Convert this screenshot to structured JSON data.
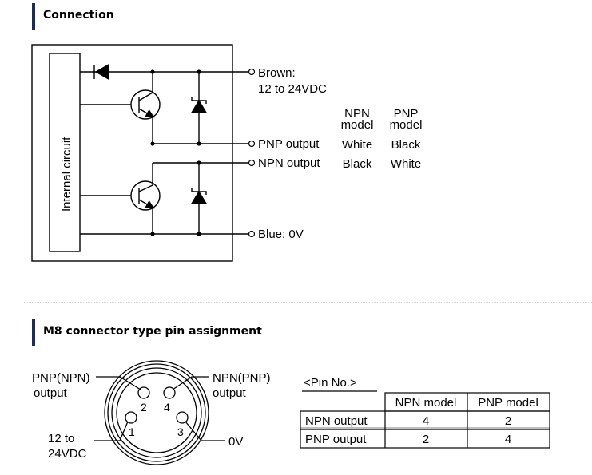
{
  "connection": {
    "header": "Connection",
    "internal_circuit": "Internal circuit",
    "brown": "Brown:",
    "brown_voltage": "12 to 24VDC",
    "pnp_output": "PNP output",
    "npn_output": "NPN output",
    "blue": "Blue: 0V",
    "model_table": {
      "npn_header_line1": "NPN",
      "npn_header_line2": "model",
      "pnp_header_line1": "PNP",
      "pnp_header_line2": "model",
      "pnp_row_npn": "White",
      "pnp_row_pnp": "Black",
      "npn_row_npn": "Black",
      "npn_row_pnp": "White"
    }
  },
  "pin_assignment": {
    "header": "M8 connector type pin assignment",
    "label_pnp_npn_line1": "PNP(NPN)",
    "label_pnp_npn_line2": "output",
    "label_npn_pnp_line1": "NPN(PNP)",
    "label_npn_pnp_line2": "output",
    "label_supply_line1": "12 to",
    "label_supply_line2": "24VDC",
    "label_0v": "0V",
    "pins": [
      "1",
      "2",
      "3",
      "4"
    ],
    "pin_no_title": "<Pin No.>",
    "table": {
      "headers": [
        "",
        "NPN model",
        "PNP model"
      ],
      "rows": [
        [
          "NPN output",
          "4",
          "2"
        ],
        [
          "PNP output",
          "2",
          "4"
        ]
      ]
    }
  }
}
